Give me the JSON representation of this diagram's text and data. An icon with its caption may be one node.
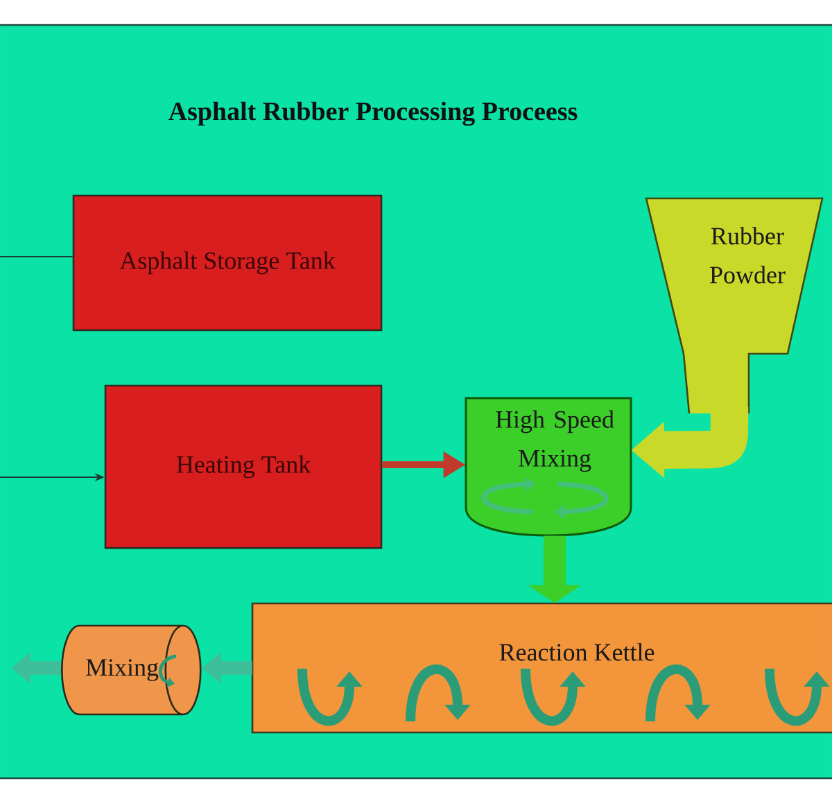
{
  "diagram": {
    "title": "Asphalt Rubber Processing Proceess",
    "nodes": [
      {
        "text": [
          "Asphalt Storage Tank"
        ]
      },
      {
        "text": [
          "Heating Tank"
        ]
      },
      {
        "text": [
          "Rubber Powder"
        ]
      },
      {
        "text": [
          "High Speed Mixing"
        ]
      },
      {
        "text": [
          "Reaction Kettle"
        ]
      },
      {
        "text": [
          "Mixing"
        ]
      }
    ],
    "edges": [
      {
        "from": null,
        "to": 0,
        "arrow": "none"
      },
      {
        "from": null,
        "to": 1,
        "arrow": "to"
      },
      {
        "from": 1,
        "to": 3,
        "arrow": "to",
        "color": "#c23a2c"
      },
      {
        "from": 2,
        "to": 3,
        "arrow": "to",
        "style": "thick",
        "color": "#c9d92a"
      },
      {
        "from": 3,
        "to": 4,
        "arrow": "to",
        "color": "#3ccf2a"
      },
      {
        "from": 4,
        "to": 5,
        "arrow": "to",
        "color": "#3dbf9a"
      },
      {
        "from": 5,
        "to": null,
        "arrow": "to",
        "color": "#3dbf9a"
      }
    ]
  }
}
